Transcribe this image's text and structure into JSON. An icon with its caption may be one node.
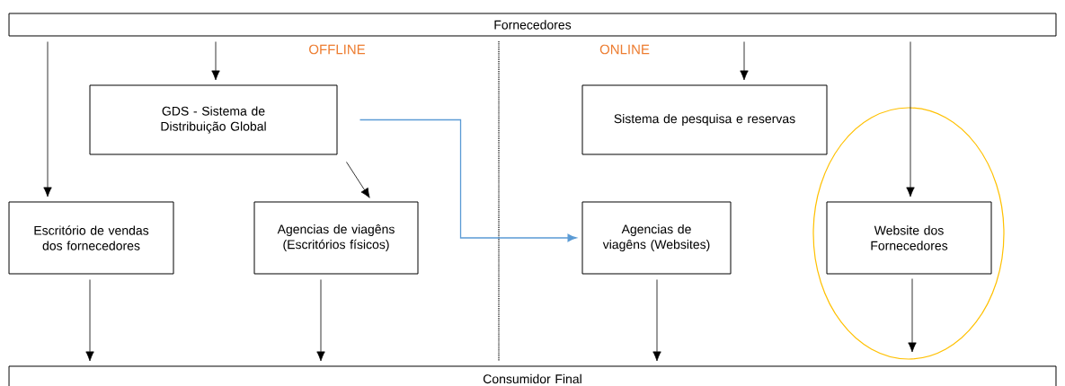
{
  "diagram": {
    "nodes": [
      {
        "text": [
          "Fornecedores"
        ]
      },
      {
        "text": [
          "GDS - Sistema de Distribuição Global"
        ]
      },
      {
        "text": [
          "Sistema de pesquisa e reservas"
        ]
      },
      {
        "text": [
          "Escritório de vendas dos fornecedores"
        ]
      },
      {
        "text": [
          "Agencias de viagêns (Escritórios físicos)"
        ]
      },
      {
        "text": [
          "Agencias de viagêns (Websites)"
        ]
      },
      {
        "text": [],
        "shape": "ellipse"
      },
      {
        "text": [
          "Website dos Fornecedores"
        ],
        "in": 6
      },
      {
        "text": [
          "Consumidor Final"
        ]
      }
    ],
    "edges": [
      {
        "from": 0,
        "to": 3,
        "arrow": "to"
      },
      {
        "from": 0,
        "to": 1,
        "arrow": "to"
      },
      {
        "from": 1,
        "to": 4,
        "arrow": "to"
      },
      {
        "from": 1,
        "to": 5,
        "arrow": "to",
        "color": "#5b9bd5"
      },
      {
        "from": 0,
        "to": 2,
        "arrow": "to"
      },
      {
        "from": 0,
        "to": 7,
        "arrow": "to"
      },
      {
        "from": 3,
        "to": 8,
        "arrow": "to"
      },
      {
        "from": 4,
        "to": 8,
        "arrow": "to"
      },
      {
        "from": 5,
        "to": 8,
        "arrow": "to"
      },
      {
        "from": 7,
        "to": 8,
        "arrow": "to"
      }
    ],
    "labels": [
      "OFFLINE",
      "ONLINE"
    ]
  }
}
